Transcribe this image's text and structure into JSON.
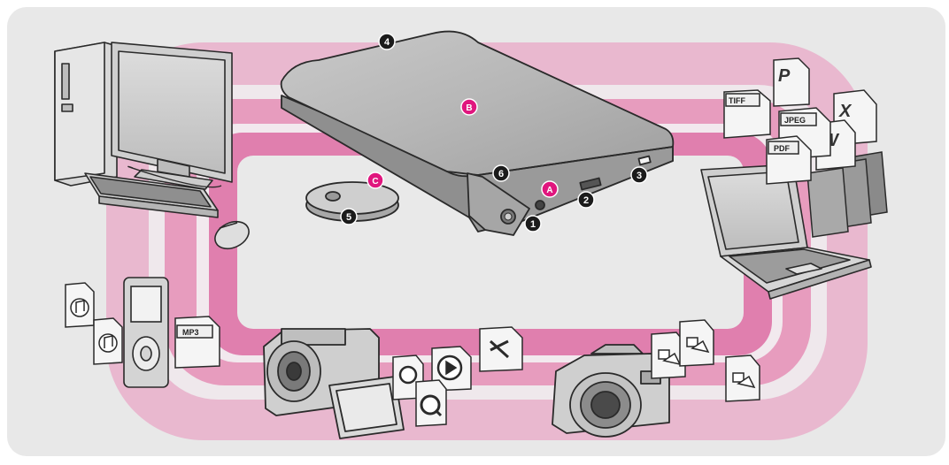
{
  "callouts": {
    "c1": "1",
    "c2": "2",
    "c3": "3",
    "c4": "4",
    "c5": "5",
    "c6": "6",
    "cA": "A",
    "cB": "B",
    "cC": "C"
  },
  "file_labels": {
    "tiff": "TIFF",
    "jpeg": "JPEG",
    "pdf": "PDF",
    "mp3": "MP3",
    "p_glyph": "P",
    "x_glyph": "X",
    "w_glyph": "W"
  },
  "colors": {
    "background": "#e8e8e8",
    "outer_ring": "#e9b8cf",
    "middle_ring": "#e79cbe",
    "inner_ring": "#e07fae",
    "callout_dark": "#1b1b1b",
    "callout_accent": "#e0167e"
  },
  "icons": [
    "desktop-computer-icon",
    "mouse-icon",
    "media-player-icon",
    "camcorder-icon",
    "digital-camera-icon",
    "laptop-icon",
    "external-drive-icon",
    "drive-stand-icon",
    "music-file-icon",
    "video-file-icon",
    "image-file-icon",
    "document-file-icon",
    "folder-icon"
  ]
}
